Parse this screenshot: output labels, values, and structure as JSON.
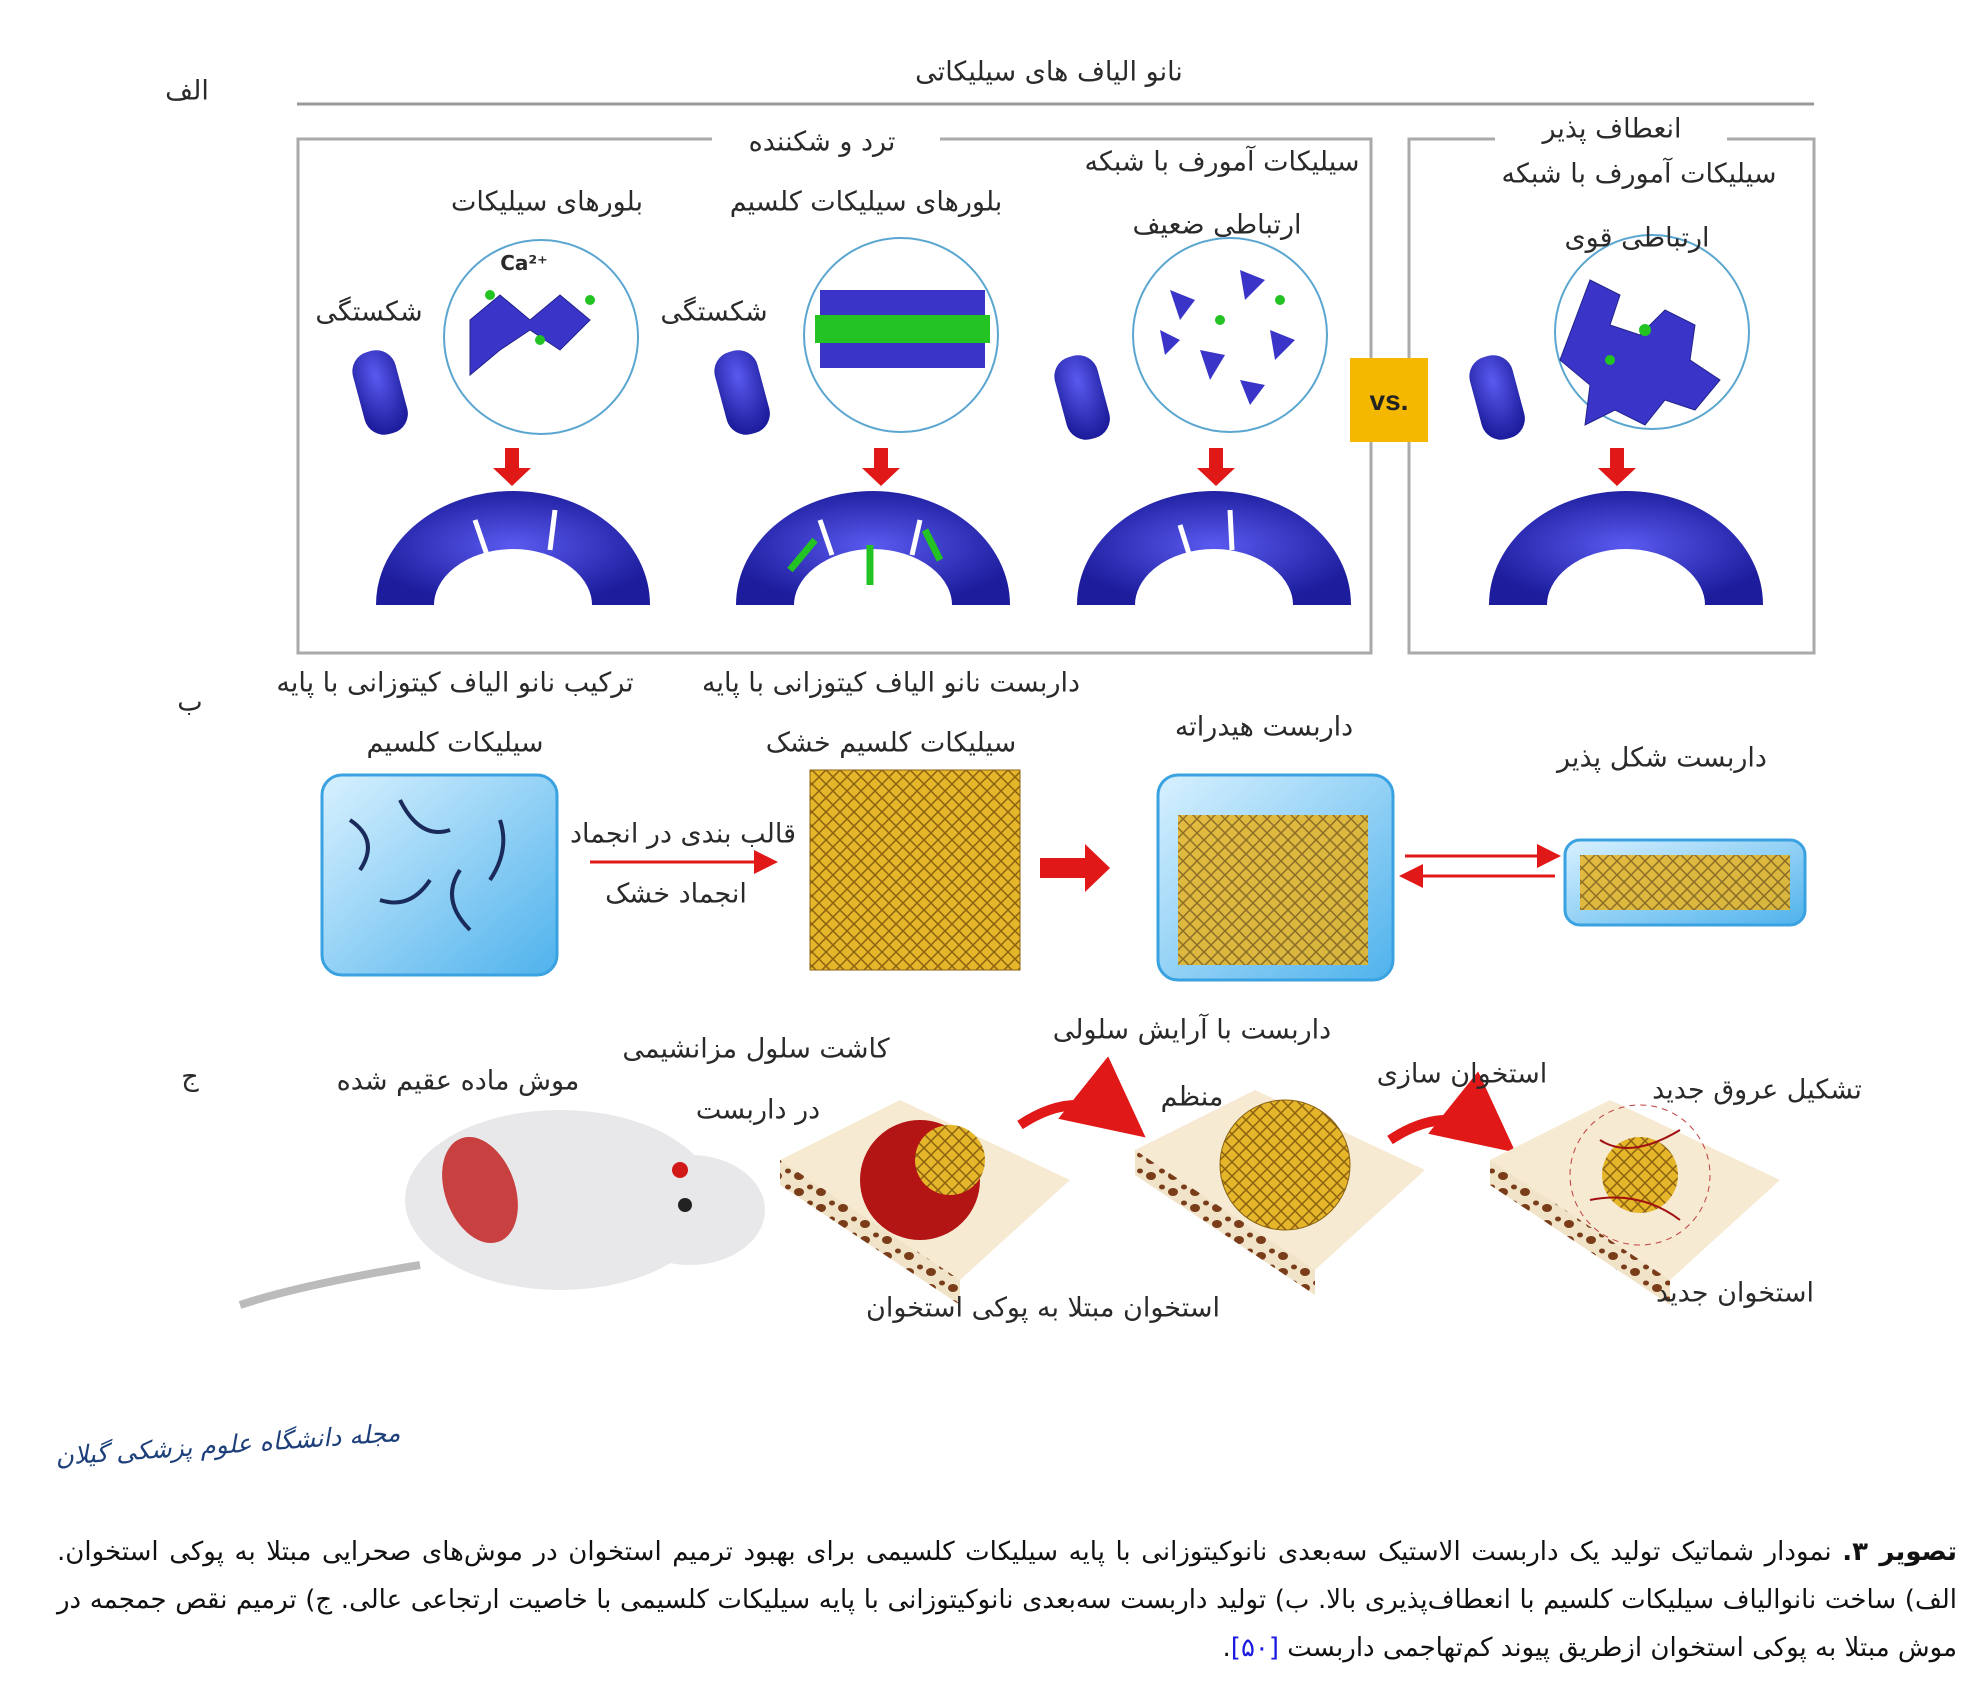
{
  "panel_a": {
    "letter": "الف",
    "title": "نانو الیاف های سیلیکاتی",
    "brittle_label": "ترد و شکننده",
    "flexible_label": "انعطاف پذیر",
    "silicate_crystals": "بلورهای سیلیکات",
    "calcium_silicate_crystals": "بلورهای سیلیکات کلسیم",
    "weak_line1": "سیلیکات آمورف با شبکه",
    "weak_line2": "ارتباطی ضعیف",
    "strong_line1": "سیلیکات آمورف با شبکه",
    "strong_line2": "ارتباطی قوی",
    "fracture_1": "شکستگی",
    "fracture_2": "شکستگی",
    "ion": "Ca²⁺",
    "vs": "vs."
  },
  "panel_b": {
    "letter": "ب",
    "step1_line1": "ترکیب نانو الیاف کیتوزانی با پایه",
    "step1_line2": "سیلیکات کلسیم",
    "step2_line1": "داربست نانو الیاف کیتوزانی با پایه",
    "step2_line2": "سیلیکات کلسیم خشک",
    "hydrated": "داربست هیدراته",
    "shape_memory": "داربست شکل پذیر",
    "freeze_casting": "قالب بندی در انجماد",
    "freeze_drying": "انجماد خشک"
  },
  "panel_c": {
    "letter": "ج",
    "mouse": "موش ماده عقیم شده",
    "seeding_line1": "کاشت سلول مزانشیمی",
    "seeding_line2": "در داربست",
    "ordered_line1": "داربست با آرایش سلولی",
    "ordered_line2": "منظم",
    "osteogenesis": "استخوان سازی",
    "angiogenesis": "تشکیل عروق جدید",
    "osteoporotic_bone": "استخوان مبتلا به پوکی استخوان",
    "new_bone": "استخوان جدید"
  },
  "logo_text": "مجله دانشگاه علوم پزشکی گیلان",
  "caption": {
    "label": "تصویر ۳.",
    "text": " نمودار شماتیک تولید یک داربست الاستیک سه‌بعدی نانوکیتوزانی با پایه سیلیکات کلسیمی برای بهبود ترمیم استخوان در موش‌های صحرایی مبتلا به پوکی استخوان. الف) ساخت نانوالیاف سیلیکات کلسیم با انعطاف‌پذیری بالا. ب) تولید داربست سه‌بعدی نانوکیتوزانی با پایه سیلیکات کلسیمی با خاصیت ارتجاعی عالی. ج) ترمیم نقص جمجمه در موش مبتلا به پوکی استخوان ازطریق پیوند کم‌تهاجمی داربست ",
    "reference": "[۵۰]",
    "end": "."
  },
  "colors": {
    "tetra": "#3a35c8",
    "green": "#22c322",
    "arrow": "#e01818",
    "vs_bg": "#f5b800",
    "ice": "#7cc8f0",
    "gold": "#d9a619"
  }
}
